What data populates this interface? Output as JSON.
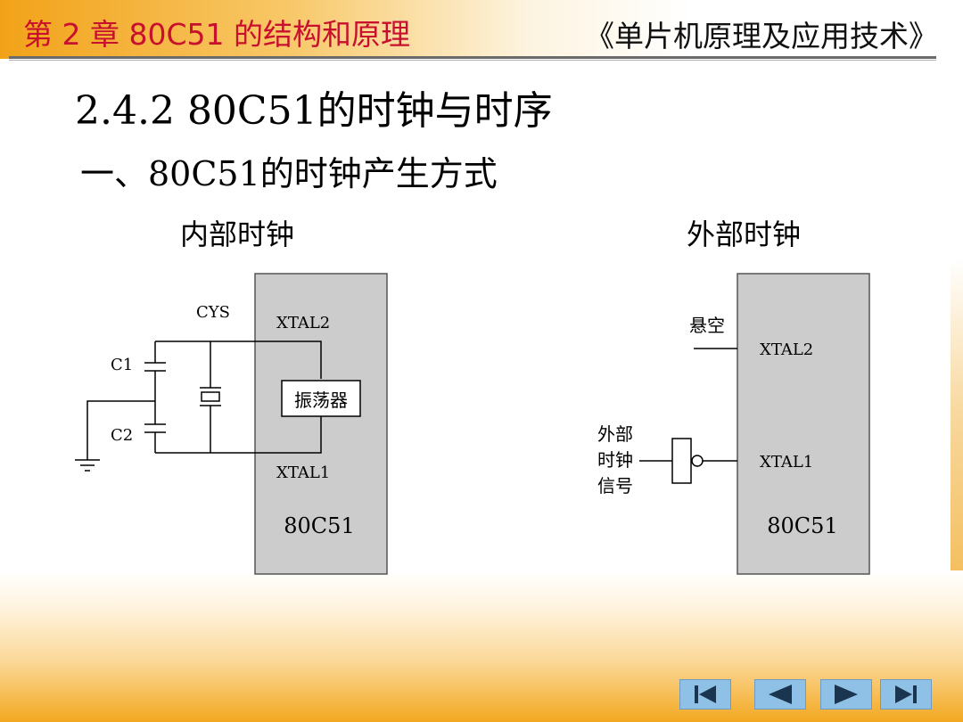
{
  "header": {
    "chapter": "第 2 章  80C51 的结构和原理",
    "book": "《单片机原理及应用技术》"
  },
  "section_title": "2.4.2   80C51的时钟与时序",
  "subsection_title": "一、80C51的时钟产生方式",
  "internal": {
    "caption": "内部时钟",
    "chip": "80C51",
    "xtal2": "XTAL2",
    "xtal1": "XTAL1",
    "crystal_label": "CYS",
    "c1_label": "C1",
    "c2_label": "C2",
    "oscillator": "振荡器"
  },
  "external": {
    "caption": "外部时钟",
    "chip": "80C51",
    "xtal2": "XTAL2",
    "xtal1": "XTAL1",
    "floating": "悬空",
    "signal_line1": "外部",
    "signal_line2": "时钟",
    "signal_line3": "信号"
  },
  "nav": {
    "first_icon": "skip-first-icon",
    "prev_icon": "prev-triangle-icon",
    "next_icon": "next-triangle-icon",
    "last_icon": "skip-last-icon"
  },
  "colors": {
    "title_red": "#c8102e",
    "header_orange": "#f2a218",
    "chip_fill": "#cccccc",
    "nav_fill": "#8fc0e6",
    "nav_arrow": "#1a3550"
  }
}
